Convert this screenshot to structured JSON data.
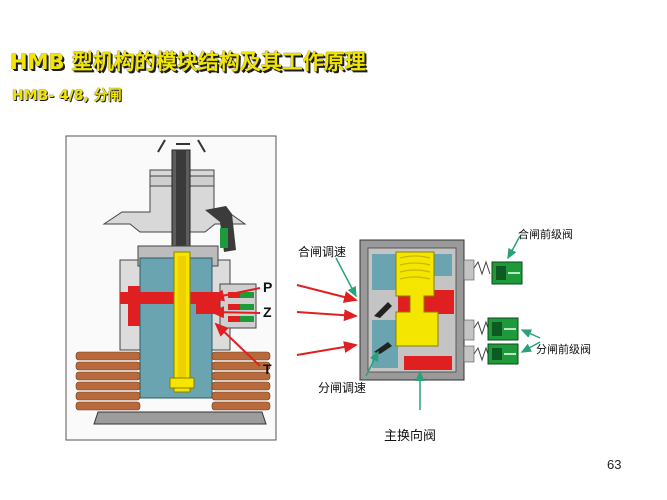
{
  "title": "HMB 型机构的模块结构及其工作原理",
  "subtitle": "HMB- 4/8, 分闸",
  "labels": {
    "p": "P",
    "z": "Z",
    "t": "T",
    "close_speed": "合闸调速",
    "close_pilot": "合闸前级阀",
    "open_pilot": "分闸前级阀",
    "open_speed": "分闸调速",
    "main_valve": "主换向阀"
  },
  "page_number": "63",
  "colors": {
    "title": "#f2e600",
    "oil_pressure": "#e02020",
    "piston": "#f5e600",
    "fluid_low": "#6aa4b0",
    "valve_green": "#1f9a3a",
    "spring": "#b86a3c",
    "leader_line": "#2aa17a"
  }
}
